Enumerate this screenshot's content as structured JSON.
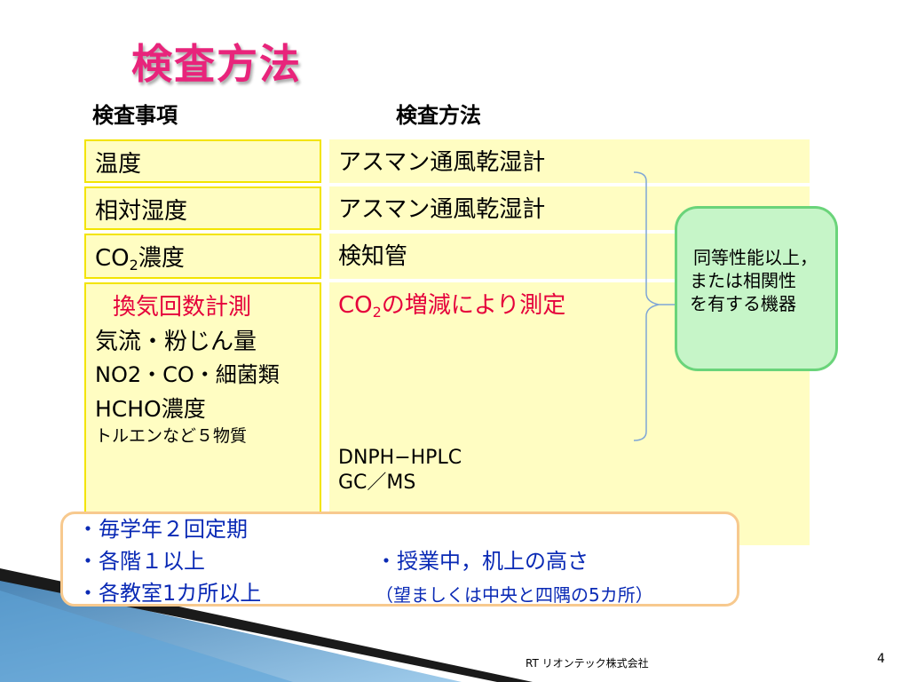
{
  "title": "検査方法",
  "headers": {
    "left": "検査事項",
    "right": "検査方法"
  },
  "rows": [
    {
      "item": "温度",
      "method": "アスマン通風乾湿計"
    },
    {
      "item": "相対湿度",
      "method": "アスマン通風乾湿計"
    },
    {
      "item": "CO",
      "item_sub": "2",
      "item_tail": "濃度",
      "method": "検知管"
    }
  ],
  "group": {
    "items": [
      "換気回数計測",
      "気流・粉じん量",
      "NO2・CO・細菌類",
      "HCHO濃度",
      "トルエンなど５物質"
    ],
    "method_co2_prefix": "CO",
    "method_co2_sub": "2",
    "method_co2_tail": "の増減により測定",
    "method_hcho": "DNPH−HPLC",
    "method_voc": "GC／MS"
  },
  "callout": {
    "lines": [
      "同等性能以上，",
      "または相関性",
      "を有する機器"
    ]
  },
  "notes": {
    "left": [
      "・毎学年２回定期",
      "・各階１以上",
      "・各教室1カ所以上"
    ],
    "right": [
      "・授業中，机上の高さ",
      "（望ましくは中央と四隅の5カ所）"
    ]
  },
  "footer": "RT  リオンテック株式会社",
  "page_number": "4",
  "colors": {
    "title": "#e8247b",
    "cell_bg": "#fffdc2",
    "cell_border": "#f3e400",
    "highlight_red": "#e5003b",
    "callout_bg": "#c6f5c8",
    "callout_border": "#6ad47a",
    "note_text": "#0a2ab5",
    "note_border": "#f7c98e",
    "brace": "#7fa6d6"
  }
}
